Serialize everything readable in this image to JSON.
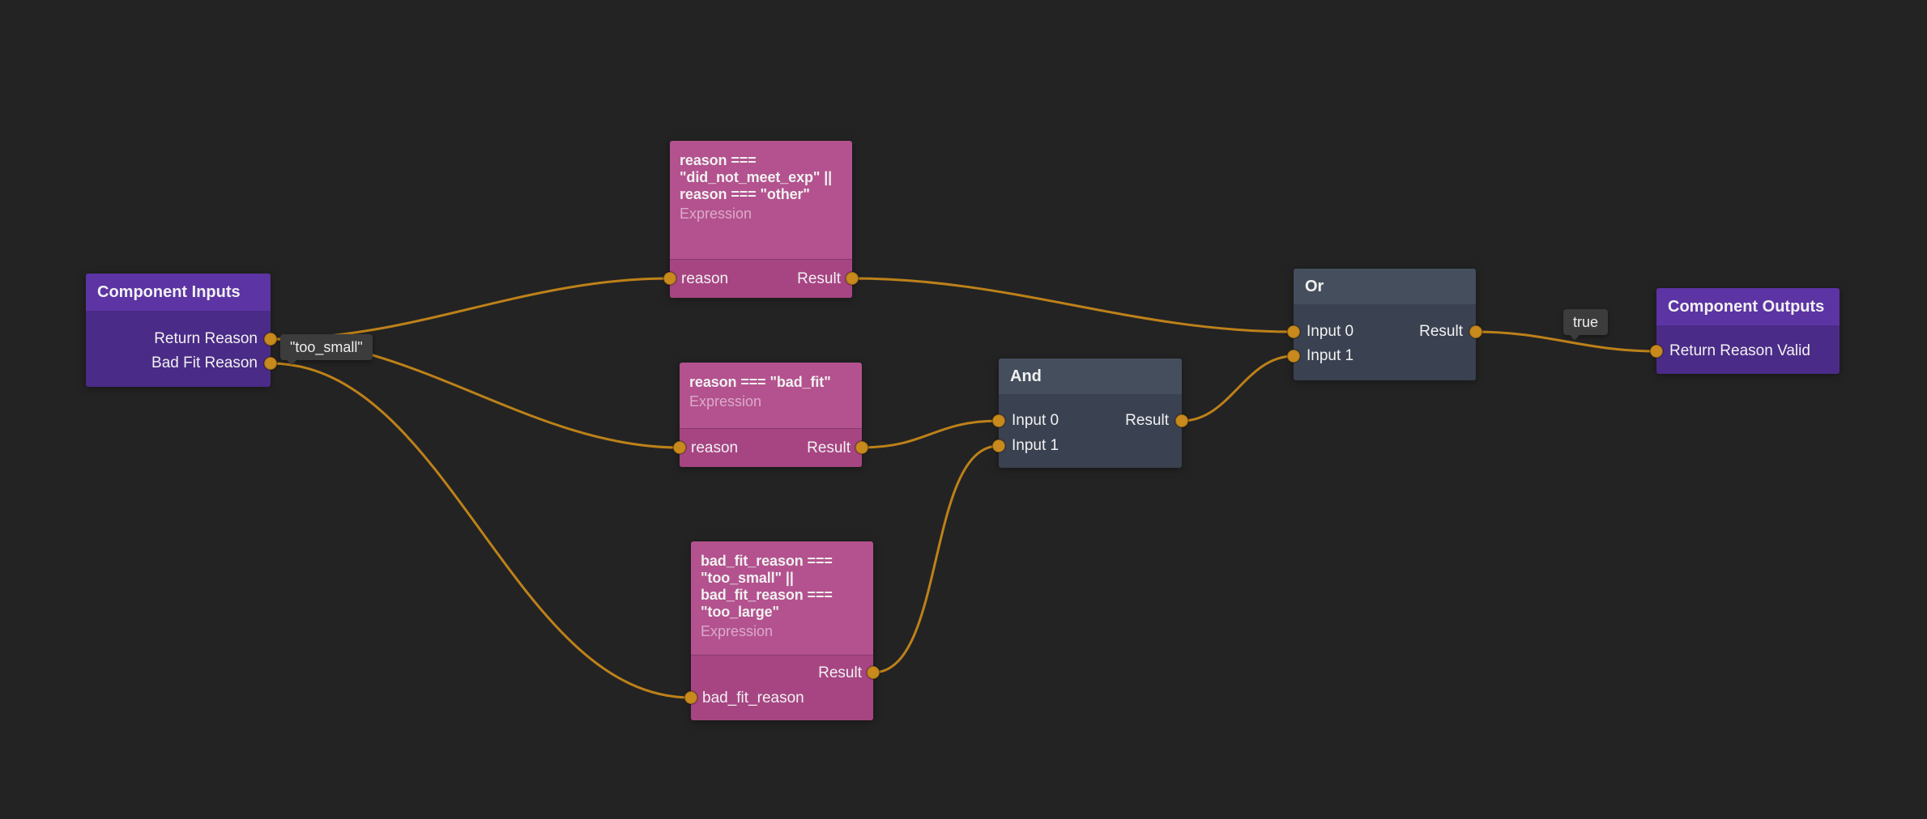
{
  "canvas": {
    "background": "#232323",
    "wire_color": "#bd8119",
    "port_color": "#c8891d",
    "purple_header": "#5c34a4",
    "purple_body": "#4a2b87",
    "pink_title": "#b3528e",
    "pink_strip": "#a74583",
    "slate_header": "#454e5d",
    "slate_body": "#3a4150",
    "tooltip_bg": "#3c3c3c"
  },
  "nodes": {
    "component_inputs": {
      "title": "Component Inputs",
      "outputs": [
        {
          "label": "Return Reason"
        },
        {
          "label": "Bad Fit Reason"
        }
      ]
    },
    "expr_did_not_meet": {
      "expression": "reason === \"did_not_meet_exp\" || reason === \"other\"",
      "type_label": "Expression",
      "input_label": "reason",
      "output_label": "Result"
    },
    "expr_bad_fit": {
      "expression": "reason === \"bad_fit\"",
      "type_label": "Expression",
      "input_label": "reason",
      "output_label": "Result"
    },
    "expr_bad_fit_reason": {
      "expression": "bad_fit_reason === \"too_small\" || bad_fit_reason === \"too_large\"",
      "type_label": "Expression",
      "input_label": "bad_fit_reason",
      "output_label": "Result"
    },
    "and_node": {
      "title": "And",
      "inputs": [
        {
          "label": "Input 0"
        },
        {
          "label": "Input 1"
        }
      ],
      "output_label": "Result"
    },
    "or_node": {
      "title": "Or",
      "inputs": [
        {
          "label": "Input 0"
        },
        {
          "label": "Input 1"
        }
      ],
      "output_label": "Result"
    },
    "component_outputs": {
      "title": "Component Outputs",
      "inputs": [
        {
          "label": "Return Reason Valid"
        }
      ]
    }
  },
  "value_labels": {
    "return_reason_value": "\"too_small\"",
    "or_result_value": "true"
  }
}
